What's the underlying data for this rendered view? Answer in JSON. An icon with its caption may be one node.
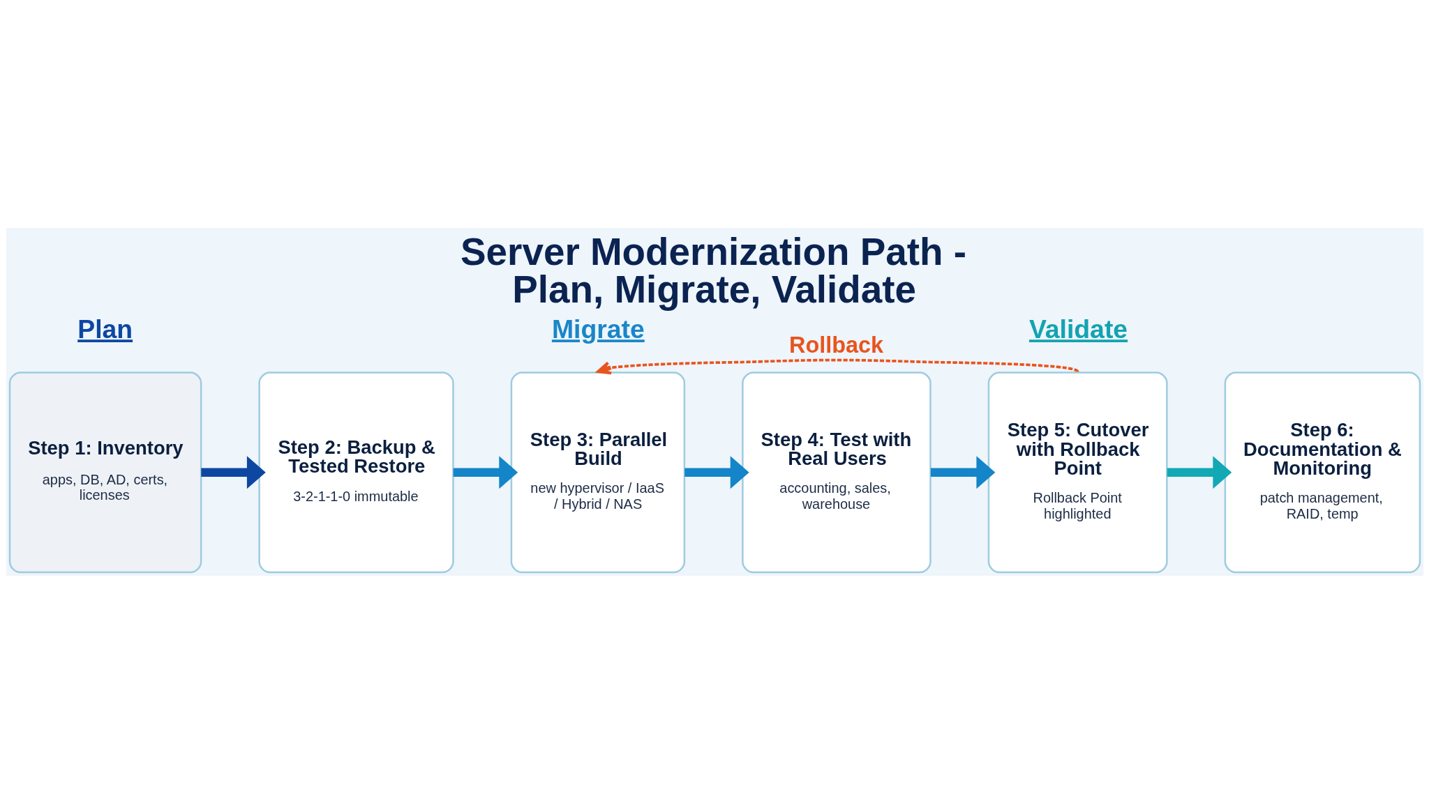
{
  "diagram": {
    "title": "Server Modernization Path - Plan, Migrate, Validate",
    "nodes": [
      {
        "text": [
          "Step 1: Inventory",
          "apps, DB, AD, certs, licenses"
        ]
      },
      {
        "text": [
          "Step 2: Backup & Tested Restore",
          "3-2-1-1-0 immutable"
        ]
      },
      {
        "text": [
          "Step 3: Parallel Build",
          "new hypervisor / IaaS / Hybrid / NAS"
        ]
      },
      {
        "text": [
          "Step 4: Test with Real Users",
          "accounting, sales, warehouse"
        ]
      },
      {
        "text": [
          "Step 5: Cutover with Rollback Point",
          "Rollback Point highlighted"
        ]
      },
      {
        "text": [
          "Step 6: Documentation & Monitoring",
          "patch management, RAID, temp"
        ]
      }
    ],
    "edges": [
      {
        "from": 0,
        "to": 1,
        "arrow": "to",
        "color": "#0d47a1"
      },
      {
        "from": 1,
        "to": 2,
        "arrow": "to"
      },
      {
        "from": 2,
        "to": 3,
        "arrow": "to"
      },
      {
        "from": 3,
        "to": 4,
        "arrow": "to"
      },
      {
        "from": 4,
        "to": 5,
        "arrow": "to",
        "color": "#12a8b4"
      },
      {
        "from": 4,
        "to": 2,
        "arrow": "to",
        "label": "Rollback",
        "style": "dashed",
        "color": "#e8541e"
      }
    ],
    "labels": [
      "Plan",
      "Migrate",
      "Validate"
    ]
  }
}
